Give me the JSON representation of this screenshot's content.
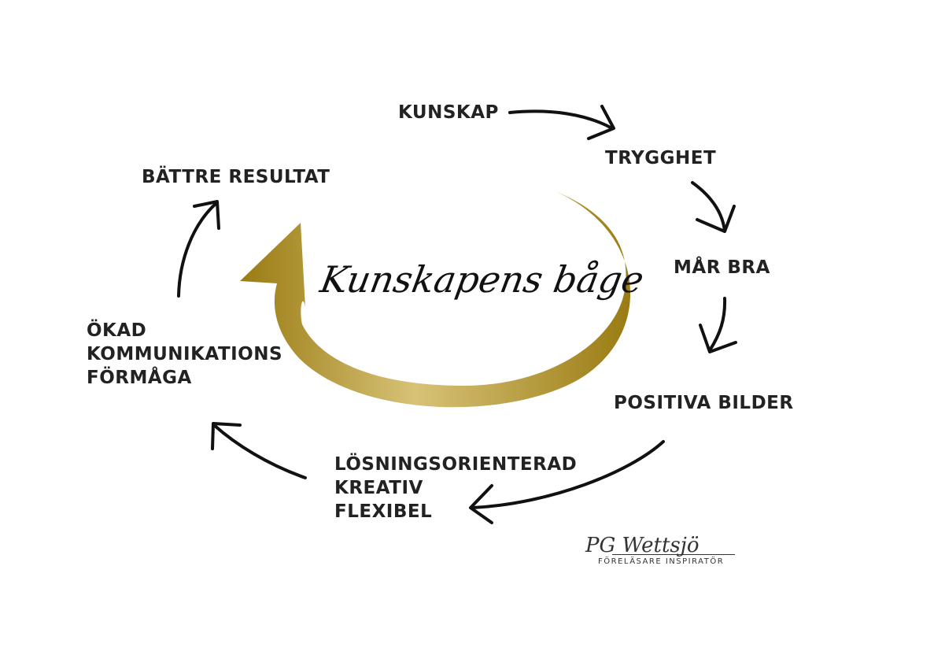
{
  "title": "Kunskapens båge",
  "nodes": {
    "kunskap": "KUNSKAP",
    "trygghet": "TRYGGHET",
    "mar_bra": "MÅR BRA",
    "positiva_bilder": "POSITIVA BILDER",
    "losning": [
      "LÖSNINGSORIENTERAD",
      "KREATIV",
      "FLEXIBEL"
    ],
    "kommunikation": [
      "ÖKAD",
      "KOMMUNIKATIONS",
      "FÖRMÅGA"
    ],
    "battre_resultat": "BÄTTRE RESULTAT"
  },
  "logo": {
    "name": "PG Wettsjö",
    "role_left": "FÖRELÄSARE",
    "role_right": "INSPIRATÖR"
  },
  "colors": {
    "text": "#222222",
    "arrow": "#111111",
    "gold_dark": "#9a7b12",
    "gold_light": "#d7c277"
  }
}
